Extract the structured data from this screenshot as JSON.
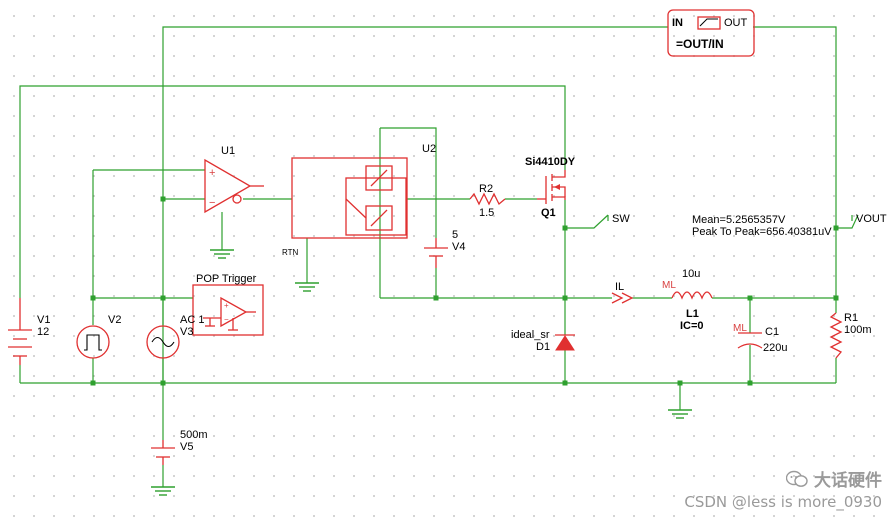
{
  "probe": {
    "in": "IN",
    "out": "OUT",
    "expr": "=OUT/IN"
  },
  "u1": {
    "ref": "U1"
  },
  "u2": {
    "ref": "U2",
    "pin": "RTN"
  },
  "q1": {
    "part": "Si4410DY",
    "ref": "Q1"
  },
  "r2": {
    "ref": "R2",
    "value": "1.5"
  },
  "v4": {
    "value": "5",
    "ref": "V4"
  },
  "sw": {
    "label": "SW"
  },
  "vout": {
    "label": "VOUT",
    "mean": "Mean=5.2565357V",
    "p2p": "Peak To Peak=656.40381uV"
  },
  "pop": {
    "label": "POP Trigger"
  },
  "v1": {
    "ref": "V1",
    "value": "12"
  },
  "v2": {
    "ref": "V2"
  },
  "v3": {
    "ac": "AC 1",
    "ref": "V3"
  },
  "v5": {
    "value": "500m",
    "ref": "V5"
  },
  "il": {
    "label": "IL"
  },
  "l1": {
    "value": "10u",
    "ref": "L1",
    "ic": "IC=0",
    "marker": "ML"
  },
  "c1": {
    "marker": "ML",
    "ref": "C1",
    "value": "220u"
  },
  "d1": {
    "part": "ideal_sr",
    "ref": "D1"
  },
  "r1": {
    "ref": "R1",
    "value": "100m"
  },
  "watermark": {
    "line1": "大话硬件",
    "line2": "CSDN @less is more_0930"
  }
}
